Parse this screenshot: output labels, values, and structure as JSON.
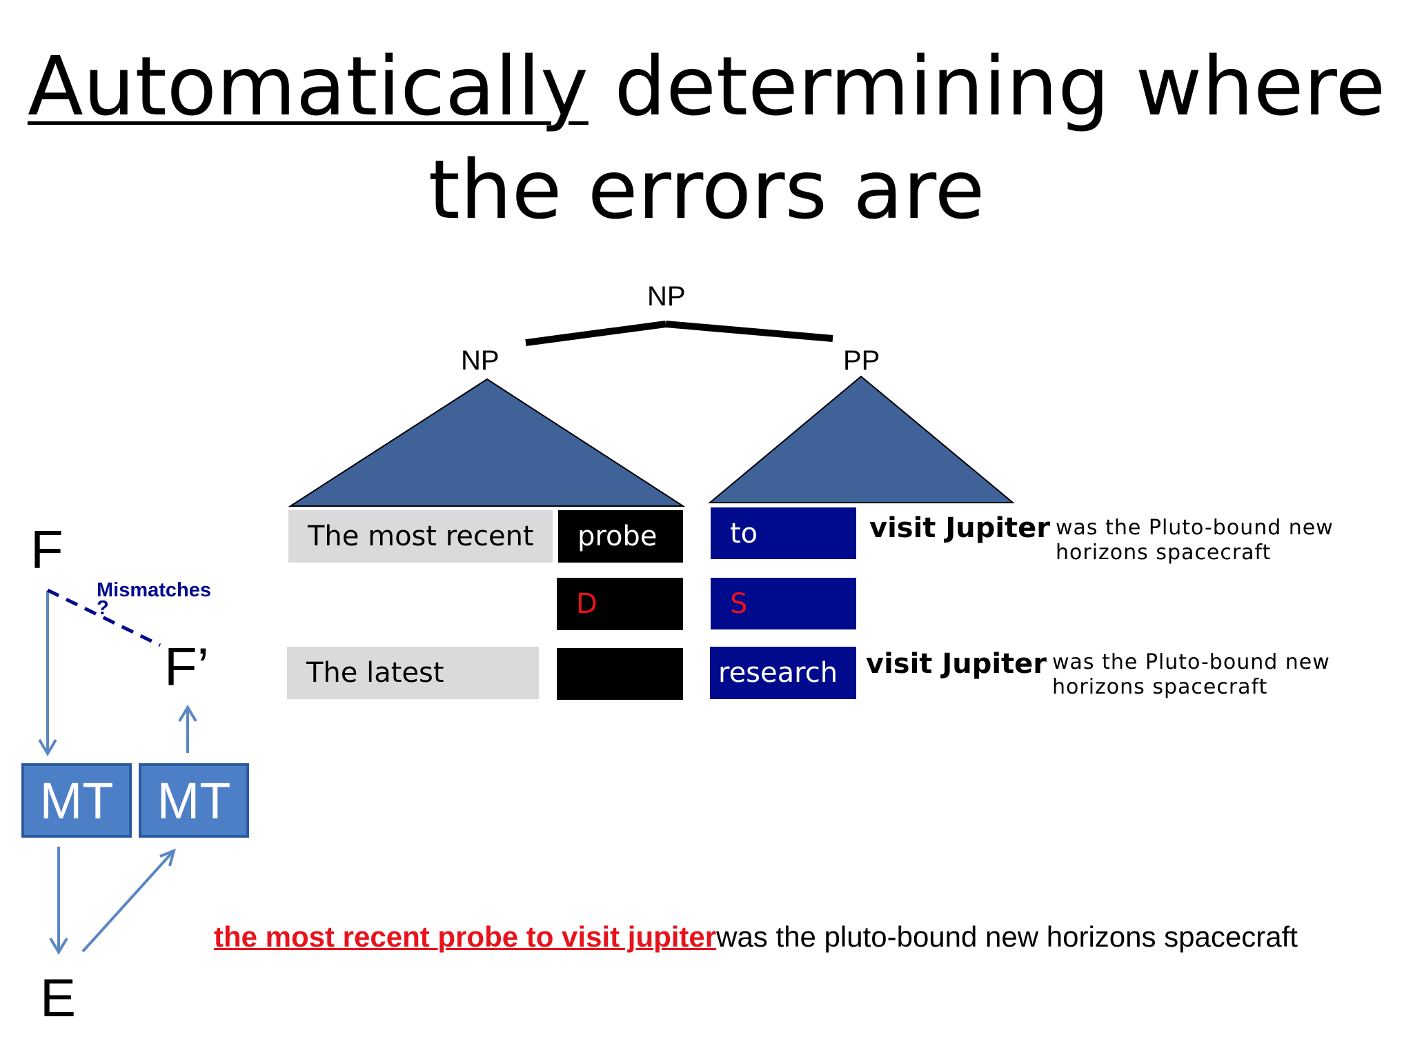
{
  "slide": {
    "title_part1": "Automatically",
    "title_part2": " determining where",
    "title_line2": "the errors are"
  },
  "tree": {
    "root": "NP",
    "left": "NP",
    "right": "PP",
    "triangle_color": "#3f6299"
  },
  "rows": {
    "row1": {
      "left": "The most recent",
      "mid": "probe",
      "right": "to",
      "tail": "visit Jupiter",
      "rest_line1": "was the Pluto-bound new",
      "rest_line2": "horizons spacecraft"
    },
    "row2": {
      "mid": "D",
      "right": "S"
    },
    "row3": {
      "left": "The latest",
      "mid": "",
      "right": "research",
      "tail": "visit Jupiter",
      "rest_line1": "was the Pluto-bound new",
      "rest_line2": "horizons spacecraft"
    }
  },
  "flow": {
    "f": "F",
    "f_prime": "F’",
    "mismatches_line1": "Mismatches",
    "mismatches_line2": "?",
    "mt_left": "MT",
    "mt_right": "MT",
    "e": "E"
  },
  "bottom": {
    "highlighted": "the most recent probe to visit jupiter",
    "rest": "was the pluto-bound new horizons spacecraft"
  },
  "colors": {
    "navy": "#000a8c",
    "gray": "#dadadc",
    "red": "#e8121b",
    "mt_blue": "#4d7fc6",
    "arrow_blue": "#5b86c4"
  }
}
